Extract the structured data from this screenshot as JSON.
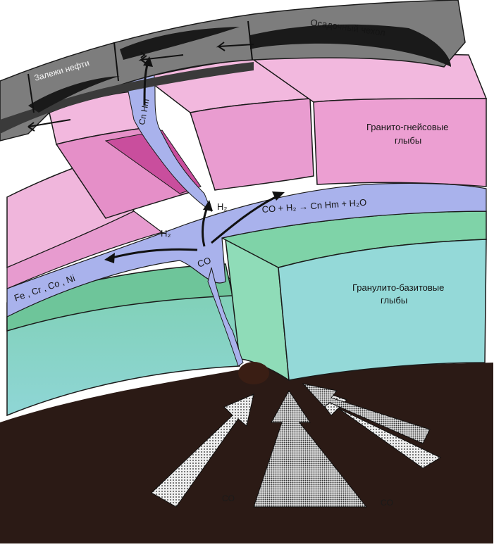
{
  "labels": {
    "sediment_cover": "Осадочный чехол",
    "oil_deposits": "Залежи нефти",
    "granite_gneiss_line1": "Гранито-гнейсовые",
    "granite_gneiss_line2": "глыбы",
    "granulite_basite_line1": "Гранулито-базитовые",
    "granulite_basite_line2": "глыбы",
    "reaction": "CO + H₂ → Cn Hm + H₂O",
    "metals": "Fe ,  Cr ,  Co ,  Ni",
    "h2_left": "H₂",
    "h2_up": "H₂",
    "co_center": "CO",
    "cnhm_crack": "Cn Hm",
    "co_bottom_left": "CO",
    "co_bottom_right": "CO"
  },
  "colors": {
    "sediment": "#7d7d7d",
    "sediment_dark": "#2a2a2a",
    "granite_pink": "#e79bcf",
    "granite_pink_top": "#f2b8de",
    "granite_pink_side": "#c94e9d",
    "fluid_blue": "#a9b2ec",
    "fluid_blue_dark": "#7c86d6",
    "granulite_teal": "#8fd6d2",
    "granulite_green": "#6ec59a",
    "granulite_top": "#8fdcb8",
    "mantle": "#2b1a15",
    "arrow_fill": "#d9d9d9"
  }
}
